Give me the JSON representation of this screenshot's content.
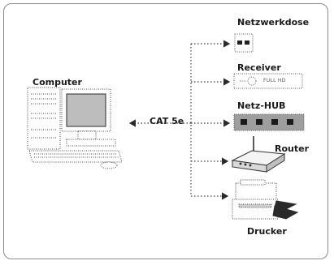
{
  "diagram": {
    "computer_label": "Computer",
    "cable_label": "CAT 5e",
    "devices": {
      "netzwerkdose": "Netzwerkdose",
      "receiver": "Receiver",
      "receiver_display": "FULL HD",
      "netz_hub": "Netz-HUB",
      "router": "Router",
      "drucker": "Drucker"
    }
  },
  "colors": {
    "frame": "#8c8c8c",
    "line": "#3a3a3a",
    "dot_art": "#555555",
    "screen": "#bdbdbd",
    "hub_fill": "#9e9e9e",
    "router_body": "#f4f4f4"
  }
}
